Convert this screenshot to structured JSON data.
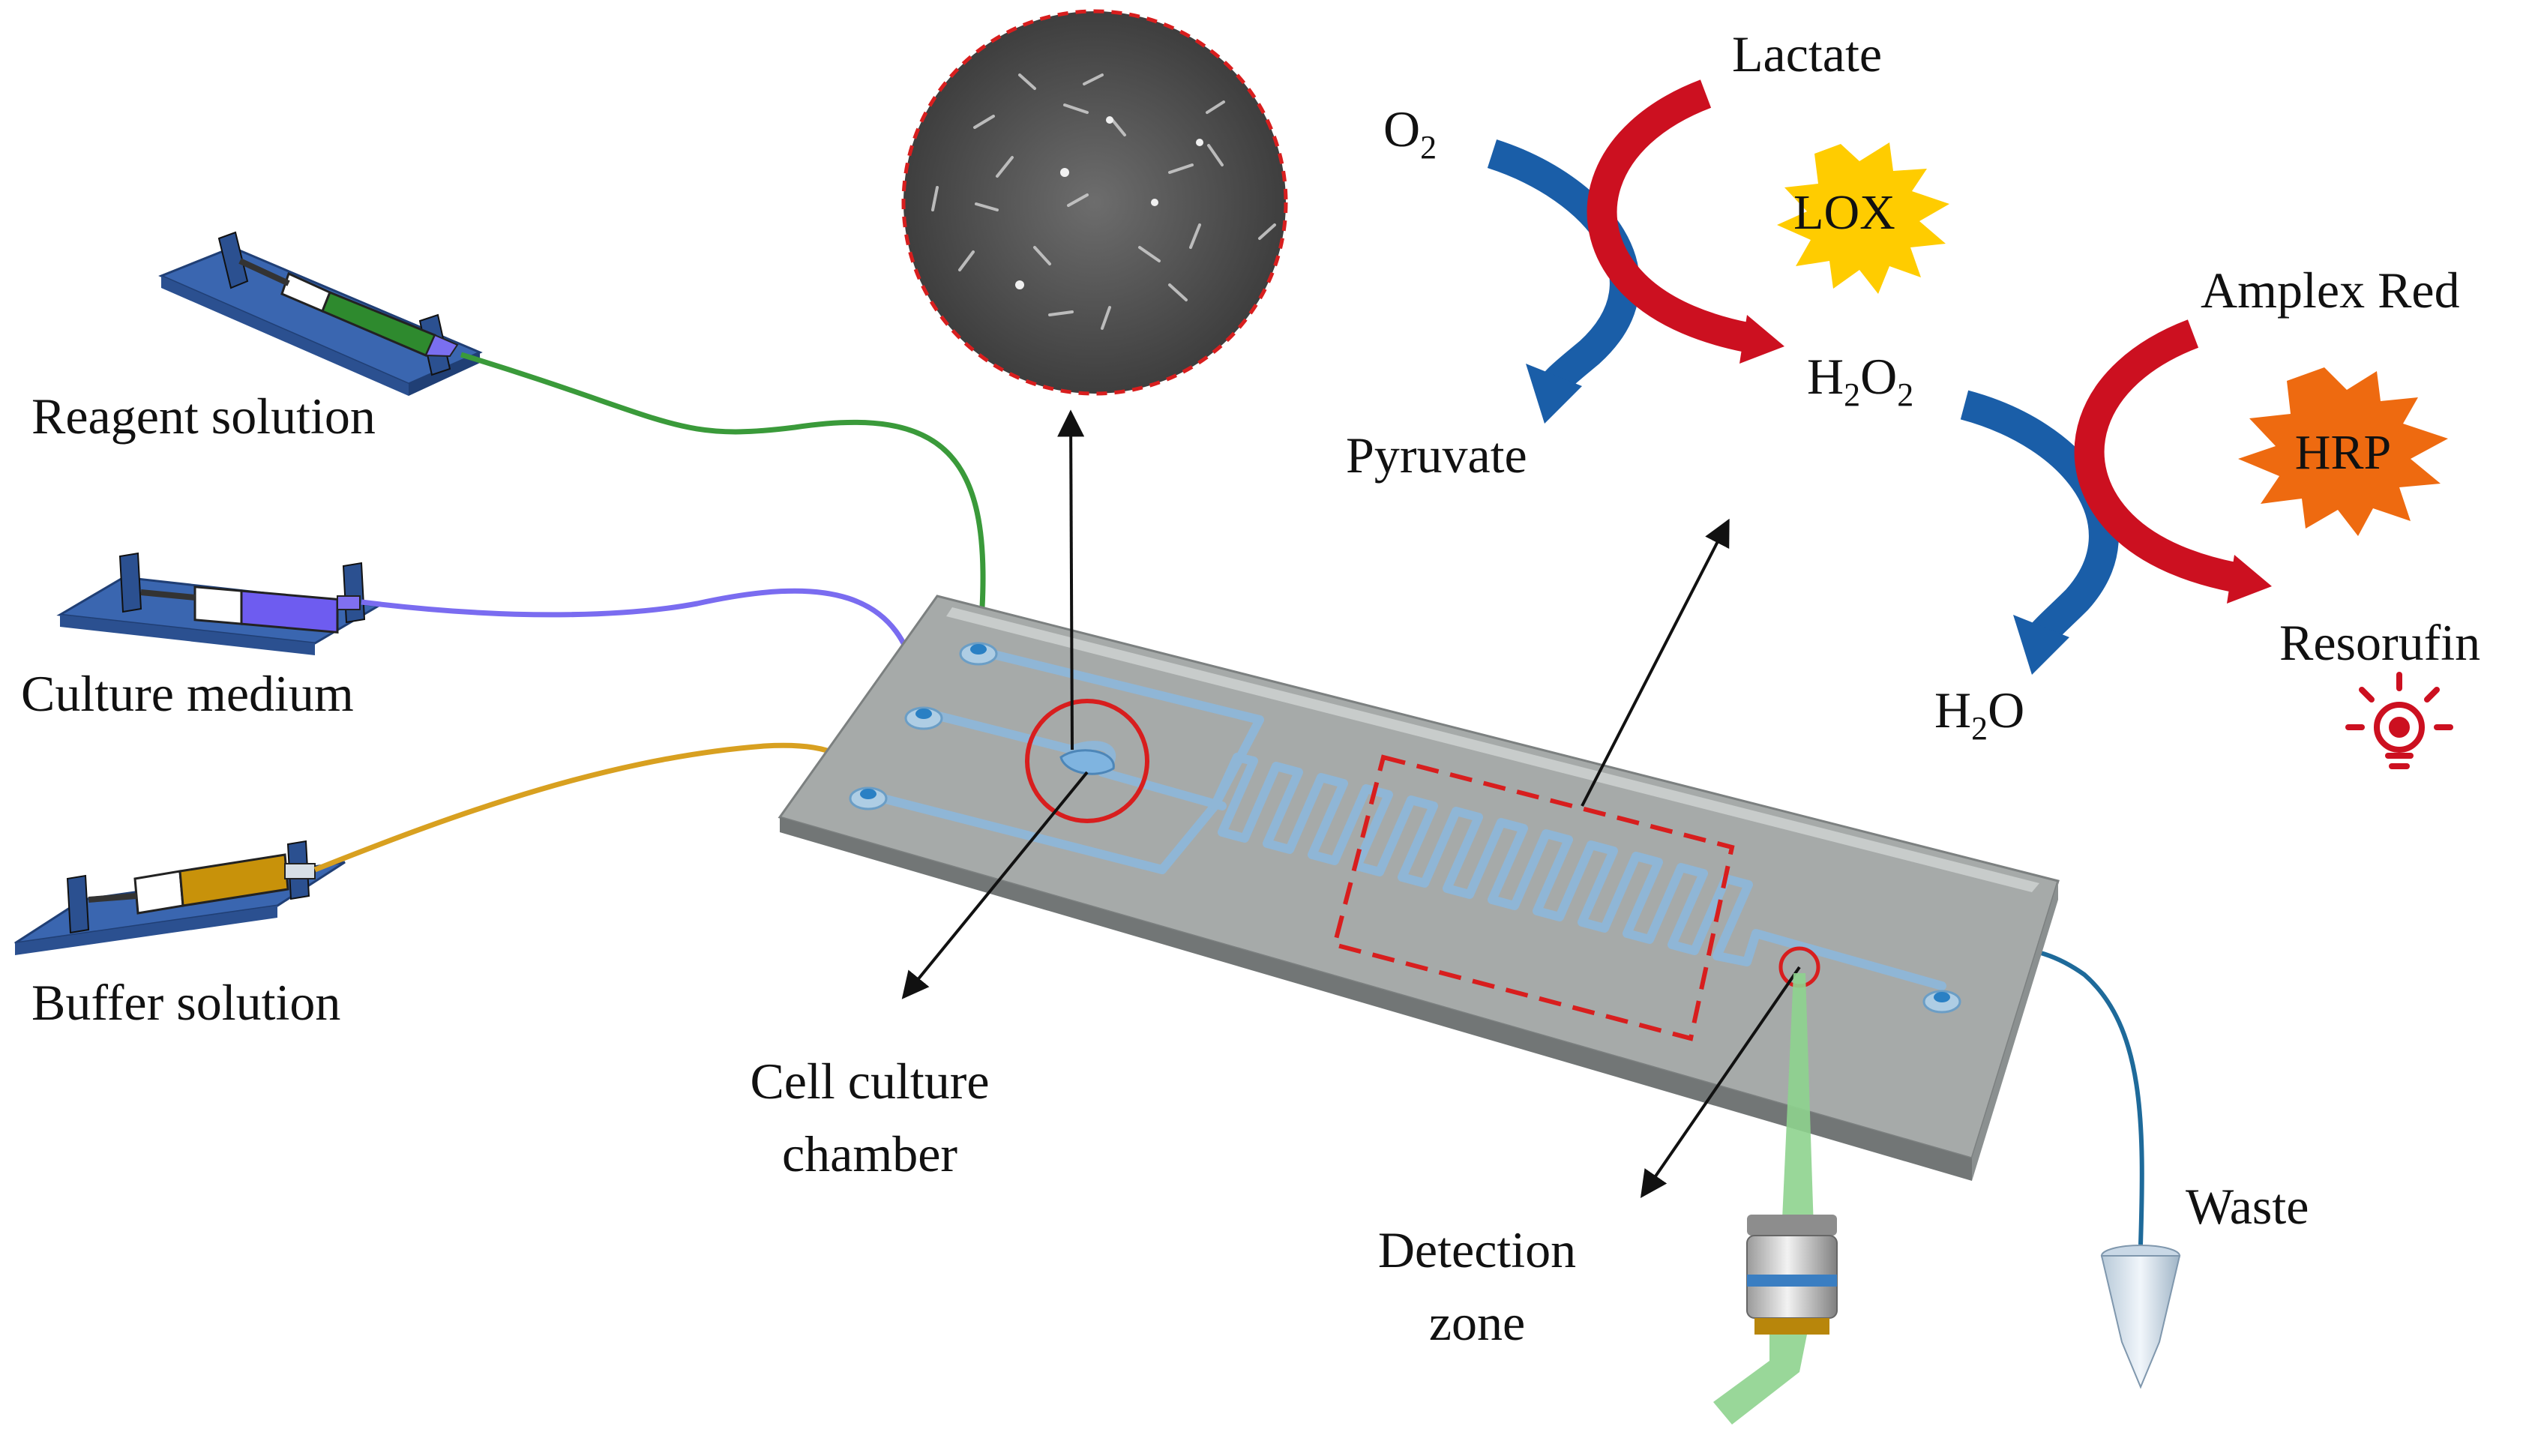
{
  "labels": {
    "reagent": "Reagent solution",
    "culture": "Culture medium",
    "buffer": "Buffer solution",
    "chamber_line1": "Cell culture",
    "chamber_line2": "chamber",
    "detection_line1": "Detection",
    "detection_line2": "zone",
    "waste": "Waste"
  },
  "reaction1": {
    "oxygen": "O",
    "oxygen_sub": "2",
    "lactate": "Lactate",
    "enzyme": "LOX",
    "pyruvate": "Pyruvate",
    "peroxide_h": "H",
    "peroxide_sub1": "2",
    "peroxide_o": "O",
    "peroxide_sub2": "2"
  },
  "reaction2": {
    "amplex": "Amplex Red",
    "enzyme": "HRP",
    "water_h": "H",
    "water_sub": "2",
    "water_o": "O",
    "resorufin": "Resorufin"
  },
  "colors": {
    "pump_base": "#3a66b0",
    "reagent_liquid": "#2e8a2e",
    "culture_liquid": "#6e5cf0",
    "buffer_liquid": "#c8920a",
    "chip": "#a6aaa9",
    "channel": "#8fb6d6",
    "highlight_red": "#d81e1e",
    "blue_arrow": "#1a5ea8",
    "red_arrow": "#cc1020",
    "lox_star": "#ffcc00",
    "hrp_star": "#ee6a10",
    "laser": "#8ed38e"
  },
  "icons": [
    "syringe-pump-icon",
    "microscope-objective-icon",
    "waste-tube-icon",
    "light-bulb-icon"
  ]
}
